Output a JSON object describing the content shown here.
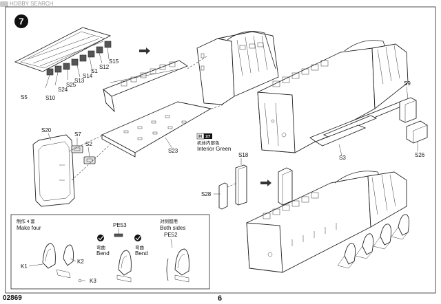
{
  "watermark": {
    "text": "HOBBY SEARCH"
  },
  "step": {
    "number": "7"
  },
  "labels": {
    "s5": "S5",
    "s10": "S10",
    "s24": "S24",
    "s25": "S25",
    "s13": "S13",
    "s14": "S14",
    "s1": "S1",
    "s12": "S12",
    "s15": "S15",
    "s20": "S20",
    "s7": "S7",
    "s2": "S2",
    "s23": "S23",
    "s9": "S9",
    "s26": "S26",
    "s3": "S3",
    "s18": "S18",
    "s28": "S28"
  },
  "paint": {
    "code_h": "H",
    "code_num": "37",
    "cn_name": "机体内部色",
    "en_name": "Interior Green"
  },
  "inset": {
    "cn_make": "制作 4 套",
    "make_four": "Make four",
    "pe53": "PE53",
    "cn_bend": "弯曲",
    "bend": "Bend",
    "cn_both": "对侧都用",
    "both_sides": "Both sides",
    "pe52": "PE52",
    "k1": "K1",
    "k2": "K2",
    "k3": "K3"
  },
  "footer": {
    "code": "02869",
    "page": "6"
  }
}
